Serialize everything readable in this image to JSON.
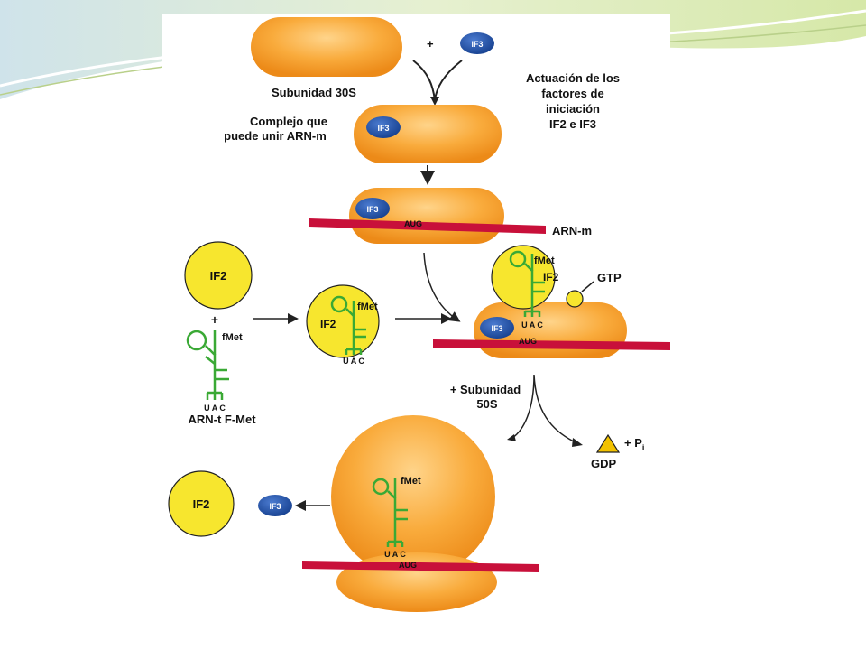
{
  "colors": {
    "ribosome": "#f59a2a",
    "ribosome_light": "#ffd48a",
    "if3": "#1d4fa8",
    "if2": "#f7e62e",
    "trna": "#3aa935",
    "mrna": "#c8103a",
    "gdp": "#f2c200",
    "banner": "#d8e6b0"
  },
  "labels": {
    "subunit_30s": "Subunidad 30S",
    "title_line1": "Actuación de los",
    "title_line2": "factores de",
    "title_line3": "iniciación",
    "title_line4": "IF2 e IF3",
    "complex_line1": "Complejo que",
    "complex_line2": "puede unir ARN-m",
    "mrna": "ARN-m",
    "gtp": "GTP",
    "trna": "ARN-t F-Met",
    "subunit_50s_line1": "+ Subunidad",
    "subunit_50s_line2": "50S",
    "gdp": "GDP",
    "pi": "+ P",
    "pi_sub": "i",
    "plus": "+"
  },
  "molecules": {
    "if3": "IF3",
    "if2": "IF2",
    "fmet": "fMet",
    "anticodon": "U A C",
    "codon": "AUG"
  }
}
